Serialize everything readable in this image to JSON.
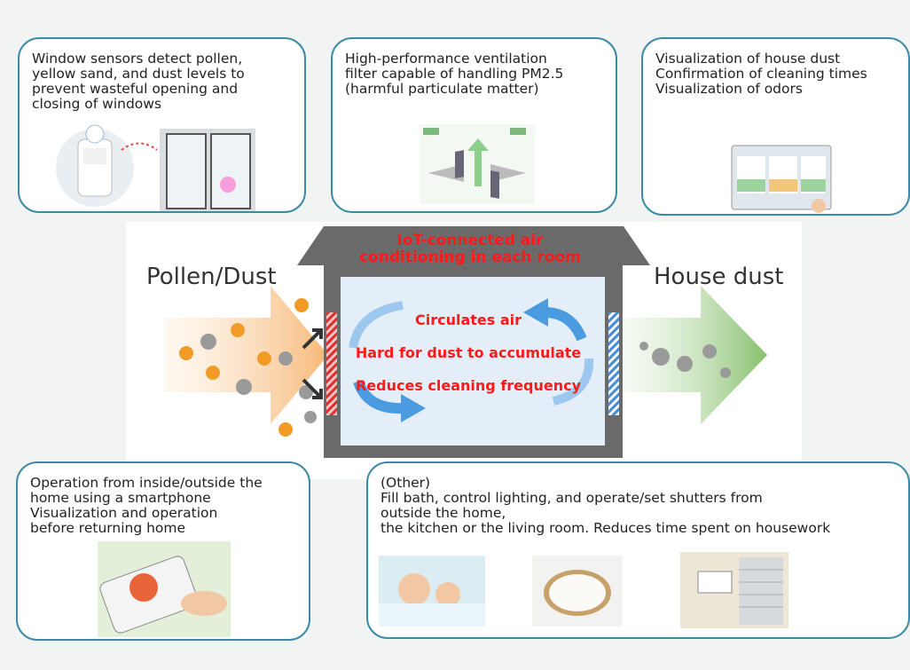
{
  "cards": {
    "window_sensors": {
      "lines": [
        "Window sensors detect pollen,",
        "yellow sand, and dust levels to",
        "prevent wasteful opening and",
        "closing of windows"
      ]
    },
    "ventilation": {
      "lines": [
        "High-performance ventilation",
        "filter capable of handling PM2.5",
        "(harmful particulate matter)"
      ]
    },
    "house_dust": {
      "lines": [
        "Visualization of house dust",
        "Confirmation of cleaning times",
        "Visualization of odors"
      ]
    },
    "smartphone": {
      "lines": [
        "Operation from inside/outside the",
        " home using a smartphone",
        "Visualization and operation",
        " before returning home"
      ]
    },
    "other": {
      "lines": [
        "(Other)",
        "Fill bath, control lighting, and operate/set shutters from",
        " outside the home,",
        "the kitchen or the living room. Reduces time spent on housework"
      ]
    }
  },
  "diagram": {
    "roof_title_line1": "IoT-connected air",
    "roof_title_line2": "conditioning in each room",
    "left_label": "Pollen/Dust",
    "right_label": "House dust",
    "benefit1": "Circulates air",
    "benefit2": "Hard for dust to accumulate",
    "benefit3": "Reduces cleaning frequency"
  },
  "colors": {
    "card_border": "#3c8aa6",
    "highlight_text": "#ff1a1a",
    "pollen_arrow": "#f6c48d",
    "dust_arrow": "#8fc47a",
    "circulation_arrow": "#4a9be0"
  }
}
